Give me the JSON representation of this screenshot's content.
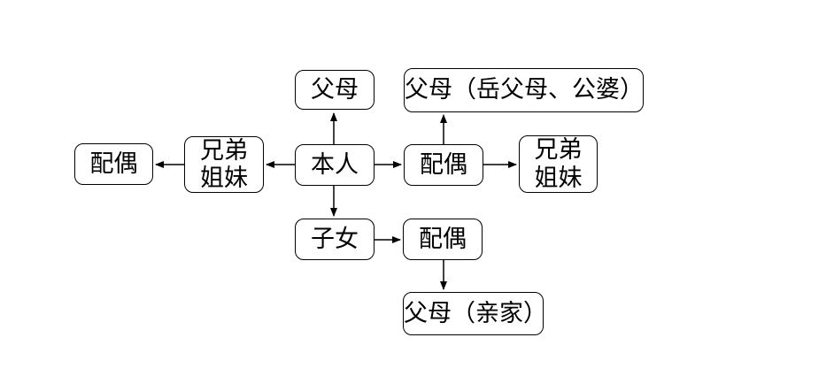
{
  "diagram": {
    "type": "flowchart",
    "description": "Family relations diagram centered on 本人 (self)",
    "colors": {
      "stroke": "#000000",
      "node_fill": "#ffffff",
      "background": "#ffffff",
      "text": "#000000"
    },
    "nodes": {
      "self": {
        "label": "本人"
      },
      "parents": {
        "label": "父母"
      },
      "parents_in_law": {
        "label": "父母（岳父母、公婆）"
      },
      "siblings": {
        "label": "兄弟\n姐妹"
      },
      "sibling_spouse": {
        "label": "配偶"
      },
      "spouse": {
        "label": "配偶"
      },
      "spouse_siblings": {
        "label": "兄弟\n姐妹"
      },
      "children": {
        "label": "子女"
      },
      "child_spouse": {
        "label": "配偶"
      },
      "child_in_laws": {
        "label": "父母（亲家）"
      }
    },
    "edges": [
      {
        "from": "本人",
        "to": "父母",
        "direction": "up"
      },
      {
        "from": "本人",
        "to": "兄弟姐妹",
        "direction": "left"
      },
      {
        "from": "兄弟姐妹",
        "to": "配偶",
        "direction": "left"
      },
      {
        "from": "本人",
        "to": "配偶",
        "direction": "right"
      },
      {
        "from": "配偶",
        "to": "父母（岳父母、公婆）",
        "direction": "up"
      },
      {
        "from": "配偶",
        "to": "兄弟姐妹",
        "direction": "right"
      },
      {
        "from": "本人",
        "to": "子女",
        "direction": "down"
      },
      {
        "from": "子女",
        "to": "配偶",
        "direction": "right"
      },
      {
        "from": "配偶",
        "to": "父母（亲家）",
        "direction": "down"
      }
    ]
  }
}
